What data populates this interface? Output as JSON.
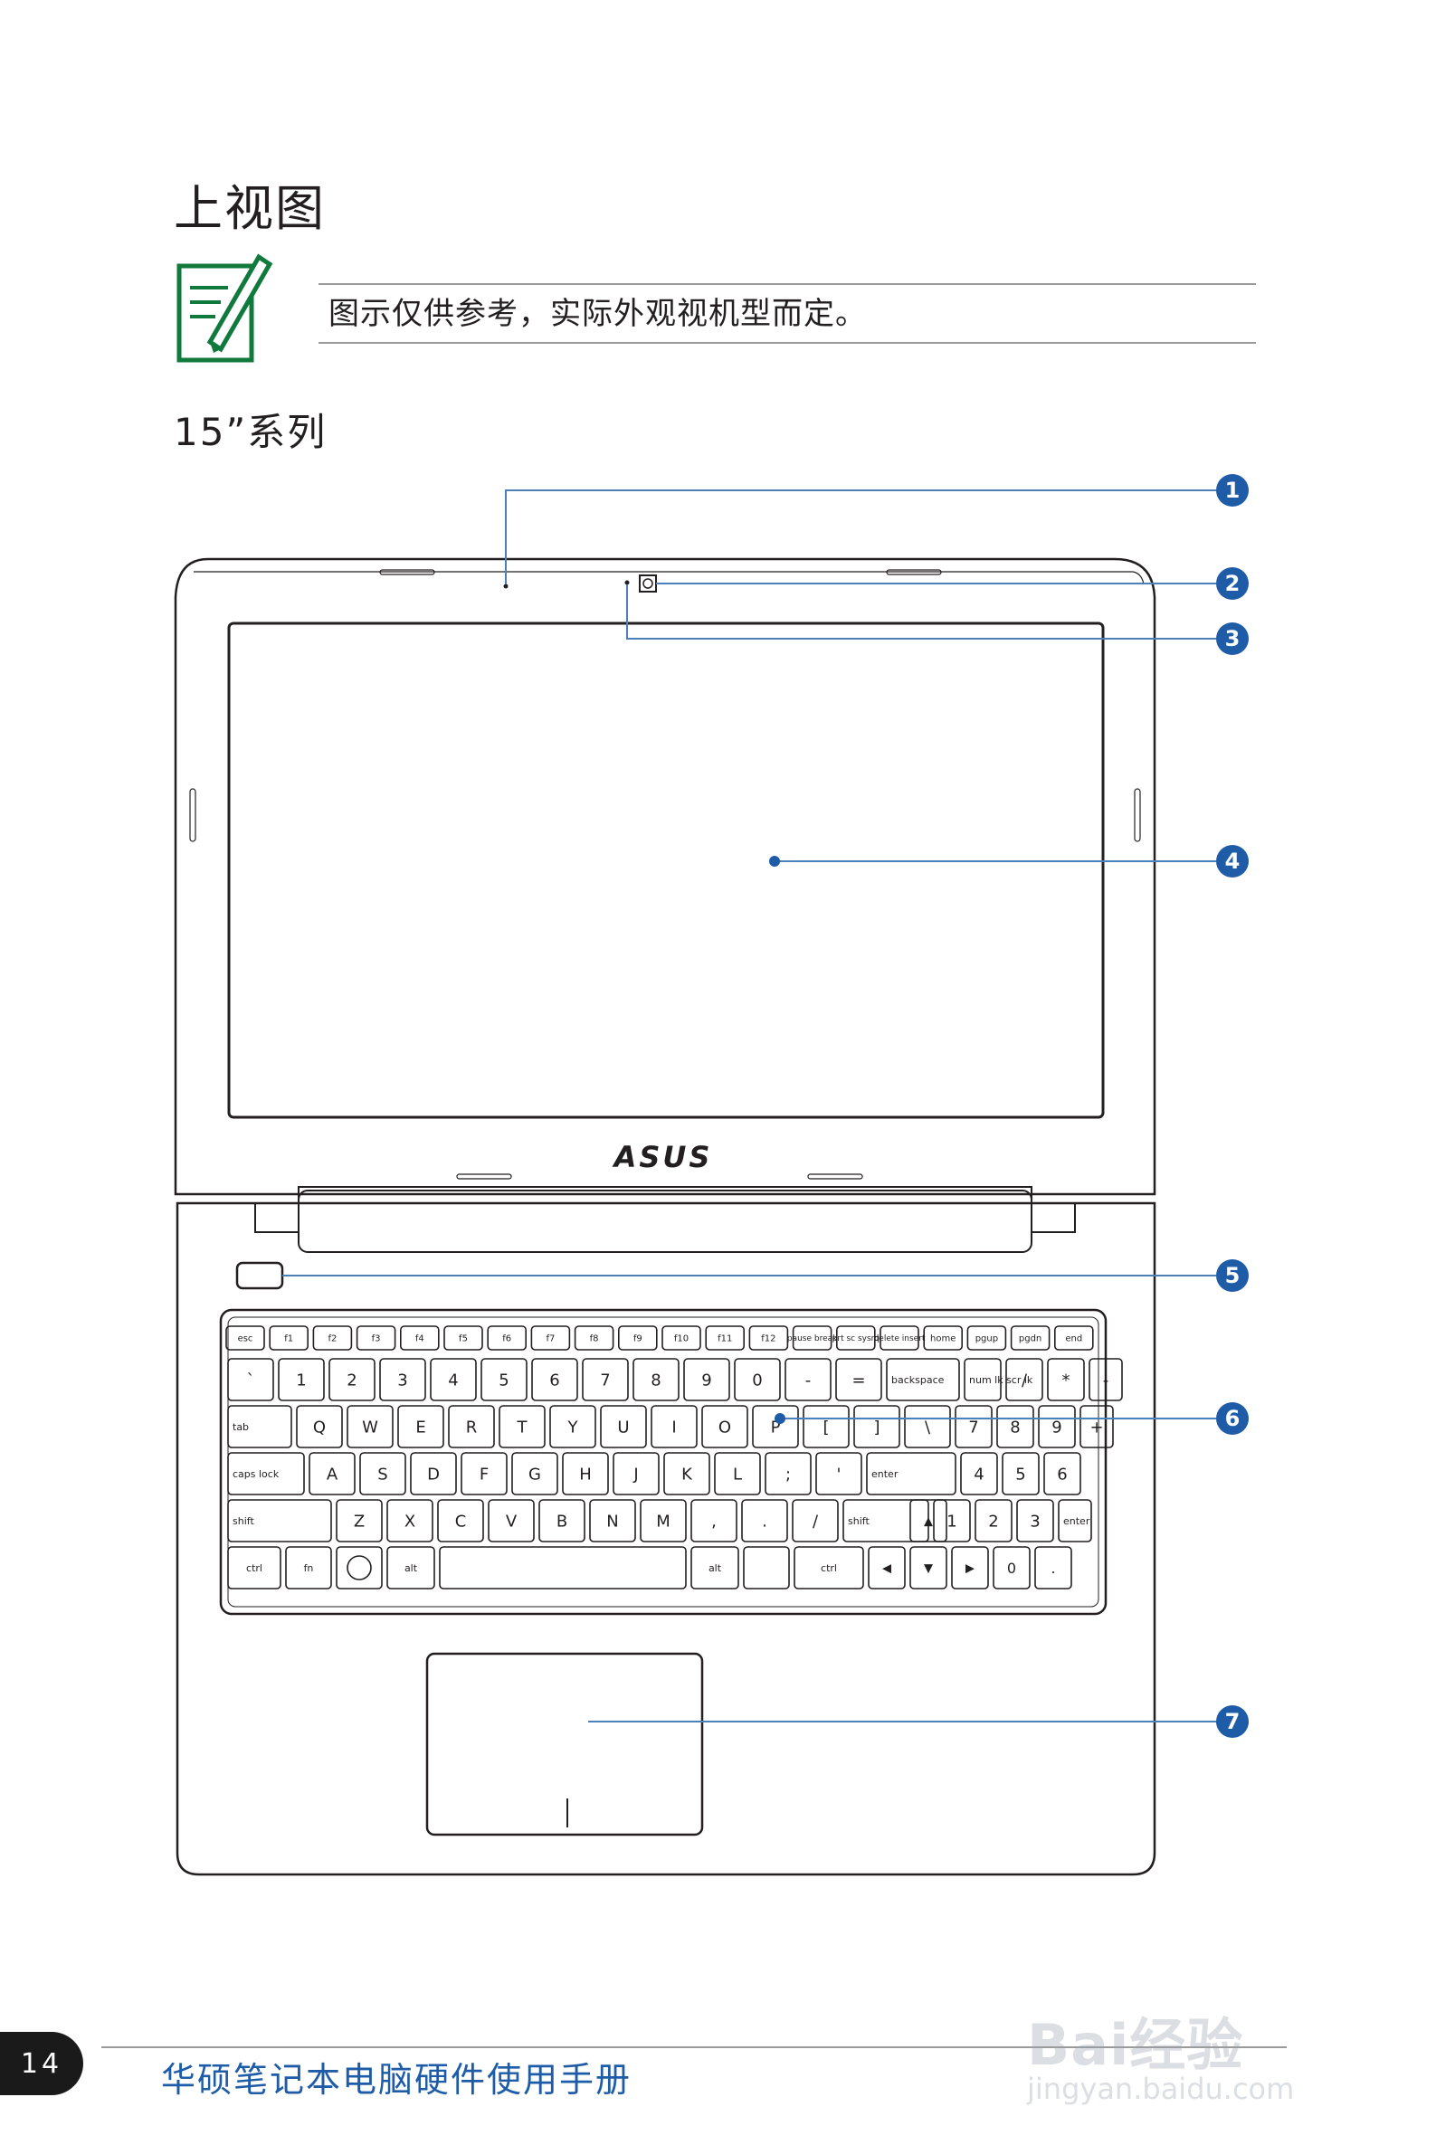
{
  "heading": "上视图",
  "note": {
    "text": "图示仅供参考，实际外观视机型而定。",
    "icon": "note-pencil-icon"
  },
  "series": "15”系列",
  "brand_logo": "ASUS",
  "callouts": [
    "1",
    "2",
    "3",
    "4",
    "5",
    "6",
    "7"
  ],
  "keyboard": {
    "fn_row": [
      "esc",
      "f1",
      "f2",
      "f3",
      "f4",
      "f5",
      "f6",
      "f7",
      "f8",
      "f9",
      "f10",
      "f11",
      "f12",
      "pause break",
      "prt sc sysrq",
      "delete insert",
      "home",
      "pgup",
      "pgdn",
      "end"
    ],
    "number_row": [
      "`",
      "1",
      "2",
      "3",
      "4",
      "5",
      "6",
      "7",
      "8",
      "9",
      "0",
      "-",
      "=",
      "backspace",
      "num lk scr lk",
      "/",
      "*",
      "-"
    ],
    "qwerty_row": [
      "tab",
      "Q",
      "W",
      "E",
      "R",
      "T",
      "Y",
      "U",
      "I",
      "O",
      "P",
      "[",
      "]",
      "\\",
      "7",
      "8",
      "9",
      "+"
    ],
    "home_row": [
      "caps lock",
      "A",
      "S",
      "D",
      "F",
      "G",
      "H",
      "J",
      "K",
      "L",
      ";",
      "'",
      "enter",
      "4",
      "5",
      "6"
    ],
    "shift_row": [
      "shift",
      "Z",
      "X",
      "C",
      "V",
      "B",
      "N",
      "M",
      ",",
      ".",
      "/",
      "shift",
      "1",
      "2",
      "3",
      "enter"
    ],
    "bottom_row": [
      "ctrl",
      "fn",
      "alt",
      "alt",
      "ctrl",
      "0",
      "."
    ],
    "sublabels": [
      "home",
      "pgup",
      "end",
      "pgdn",
      "insert",
      "delete"
    ]
  },
  "footer": {
    "page_number": "14",
    "manual_title": "华硕笔记本电脑硬件使用手册"
  },
  "watermark": {
    "logo": "Bai经验",
    "url": "jingyan.baidu.com"
  },
  "colors": {
    "callout": "#1f5ca8",
    "leader": "#4d7fb9",
    "footer_text": "#1f5ca8",
    "outline": "#231f20",
    "note_icon": "#0f7a3b"
  }
}
